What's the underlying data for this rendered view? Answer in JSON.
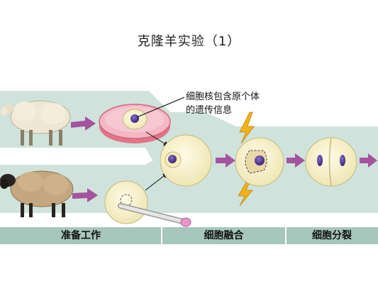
{
  "title": "克隆羊实验（1）",
  "annotation": {
    "line1": "细胞核包含原个体",
    "line2": "的遗传信息"
  },
  "stages": [
    {
      "label": "准备工作"
    },
    {
      "label": "细胞融合"
    },
    {
      "label": "细胞分裂"
    }
  ],
  "colors": {
    "band": "#cfe3dc",
    "label_bar": "#a7c6bc",
    "arrow": "#a4539e",
    "cell_fill": "#f7f1c8",
    "nucleus": "#4a2e8e",
    "lightning": "#f2b21a"
  }
}
